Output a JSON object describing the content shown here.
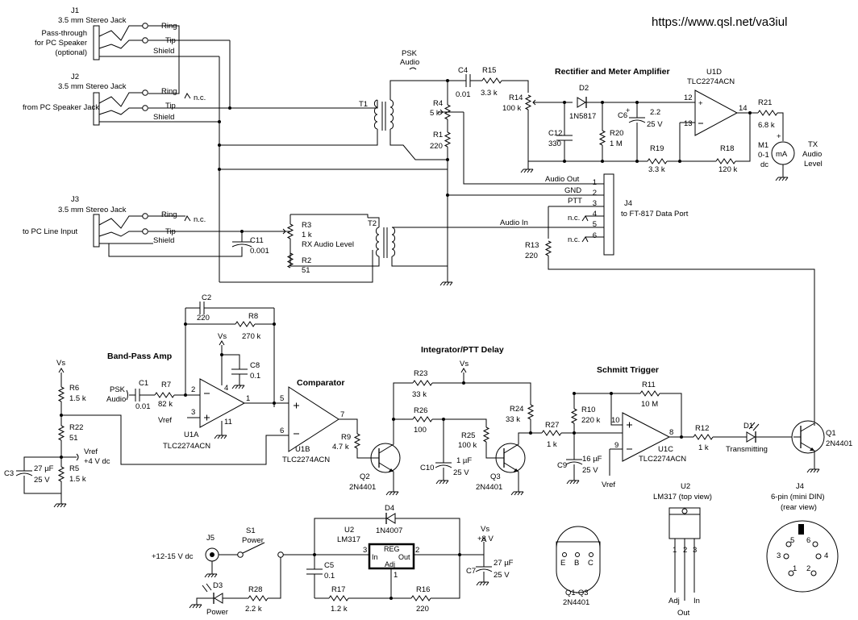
{
  "url": "https://www.qsl.net/va3iul",
  "headings": {
    "rectifier": "Rectifier and Meter Amplifier",
    "bandpass": "Band-Pass Amp",
    "integrator": "Integrator/PTT Delay",
    "comparator": "Comparator",
    "schmitt": "Schmitt Trigger"
  },
  "jacks": {
    "j1_ref": "J1",
    "j1_type": "3.5 mm Stereo Jack",
    "j1_desc1": "Pass-through",
    "j1_desc2": "for PC Speaker",
    "j1_desc3": "(optional)",
    "j2_ref": "J2",
    "j2_type": "3.5 mm Stereo Jack",
    "j2_desc": "from PC Speaker Jack",
    "j3_ref": "J3",
    "j3_type": "3.5 mm Stereo Jack",
    "j3_desc": "to PC Line Input",
    "ring": "Ring",
    "tip": "Tip",
    "shield": "Shield",
    "nc": "n.c."
  },
  "transformers": {
    "t1": "T1",
    "t2": "T2",
    "psk_audio1": "PSK",
    "psk_audio2": "Audio"
  },
  "passives": {
    "c4": "C4",
    "c4v": "0.01",
    "r15": "R15",
    "r15v": "3.3 k",
    "r14": "R14",
    "r14v": "100 k",
    "r4": "R4",
    "r4v": "5 k",
    "r1": "R1",
    "r1v": "220",
    "d2": "D2",
    "d2v": "1N5817",
    "c6": "C6",
    "c6v1": "2.2",
    "c6v2": "25 V",
    "c12": "C12",
    "c12v": "330",
    "r20": "R20",
    "r20v": "1 M",
    "r19": "R19",
    "r19v": "3.3 k",
    "r18": "R18",
    "r18v": "120 k",
    "r21": "R21",
    "r21v": "6.8 k",
    "r3": "R3",
    "r3v": "1 k",
    "r3d": "RX Audio Level",
    "c11": "C11",
    "c11v": "0.001",
    "r2": "R2",
    "r2v": "51",
    "r13": "R13",
    "r13v": "220",
    "c2": "C2",
    "c2v": "220",
    "r8": "R8",
    "r8v": "270 k",
    "c8": "C8",
    "c8v": "0.1",
    "c1": "C1",
    "c1v": "0.01",
    "r7": "R7",
    "r7v": "82 k",
    "r6": "R6",
    "r6v": "1.5 k",
    "r22": "R22",
    "r22v": "51",
    "r5": "R5",
    "r5v": "1.5 k",
    "c3": "C3",
    "c3v1": "27 µF",
    "c3v2": "25 V",
    "r9": "R9",
    "r9v": "4.7 k",
    "r23": "R23",
    "r23v": "33 k",
    "r26": "R26",
    "r26v": "100",
    "r25": "R25",
    "r25v": "100 k",
    "r24": "R24",
    "r24v": "33 k",
    "c10": "C10",
    "c10v1": "1 µF",
    "c10v2": "25 V",
    "r27": "R27",
    "r27v": "1 k",
    "r10": "R10",
    "r10v": "220 k",
    "c9": "C9",
    "c9v1": "16 µF",
    "c9v2": "25 V",
    "r11": "R11",
    "r11v": "10 M",
    "r12": "R12",
    "r12v": "1 k",
    "d1": "D1",
    "d1d": "Transmitting",
    "c5": "C5",
    "c5v": "0.1",
    "r17": "R17",
    "r17v": "1.2 k",
    "r16": "R16",
    "r16v": "220",
    "c7": "C7",
    "c7v1": "27 µF",
    "c7v2": "25 V",
    "d4": "D4",
    "d4v": "1N4007",
    "d3": "D3",
    "d3d": "Power",
    "r28": "R28",
    "r28v": "2.2 k"
  },
  "ics": {
    "u1d_ref": "U1D",
    "u1d_part": "TLC2274ACN",
    "u1a_ref": "U1A",
    "u1a_part": "TLC2274ACN",
    "u1b_ref": "U1B",
    "u1b_part": "TLC2274ACN",
    "u1c_ref": "U1C",
    "u1c_part": "TLC2274ACN",
    "q1": "Q1",
    "q1v": "2N4401",
    "q2": "Q2",
    "q2v": "2N4401",
    "q3": "Q3",
    "q3v": "2N4401",
    "u2_ref": "U2",
    "u2_part": "LM317",
    "reg": "REG",
    "reg_in": "In",
    "reg_out": "Out",
    "reg_adj": "Adj",
    "vs": "Vs",
    "vref": "Vref",
    "vref_val": "+4 V dc",
    "vs_val": "+8 V"
  },
  "meter": {
    "m1": "M1",
    "m1v1": "0-1",
    "m1v2": "dc",
    "ma": "mA",
    "plus": "+",
    "tx1": "TX",
    "tx2": "Audio",
    "tx3": "Level"
  },
  "j4": {
    "title": "J4",
    "desc": "to FT-817 Data Port",
    "pin1": "Audio Out",
    "pin2": "GND",
    "pin3": "PTT",
    "pin5": "Audio In",
    "nc": "n.c.",
    "n1": "1",
    "n2": "2",
    "n3": "3",
    "n4": "4",
    "n5": "5",
    "n6": "6"
  },
  "power": {
    "j5": "J5",
    "in_v": "+12-15 V dc",
    "s1": "S1",
    "s1d": "Power"
  },
  "pins": {
    "p1": "1",
    "p2": "2",
    "p3": "3",
    "p4": "4",
    "p5": "5",
    "p6": "6",
    "p7": "7",
    "p8": "8",
    "p9": "9",
    "p10": "10",
    "p11": "11",
    "p12": "12",
    "p13": "13",
    "p14": "14"
  },
  "packages": {
    "q_title1": "Q1-Q3",
    "q_title2": "2N4401",
    "e": "E",
    "b": "B",
    "c": "C",
    "u2_title1": "U2",
    "u2_title2": "LM317 (top view)",
    "adj": "Adj",
    "in": "In",
    "out": "Out",
    "j4_title1": "J4",
    "j4_title2": "6-pin (mini DIN)",
    "j4_title3": "(rear view)"
  }
}
